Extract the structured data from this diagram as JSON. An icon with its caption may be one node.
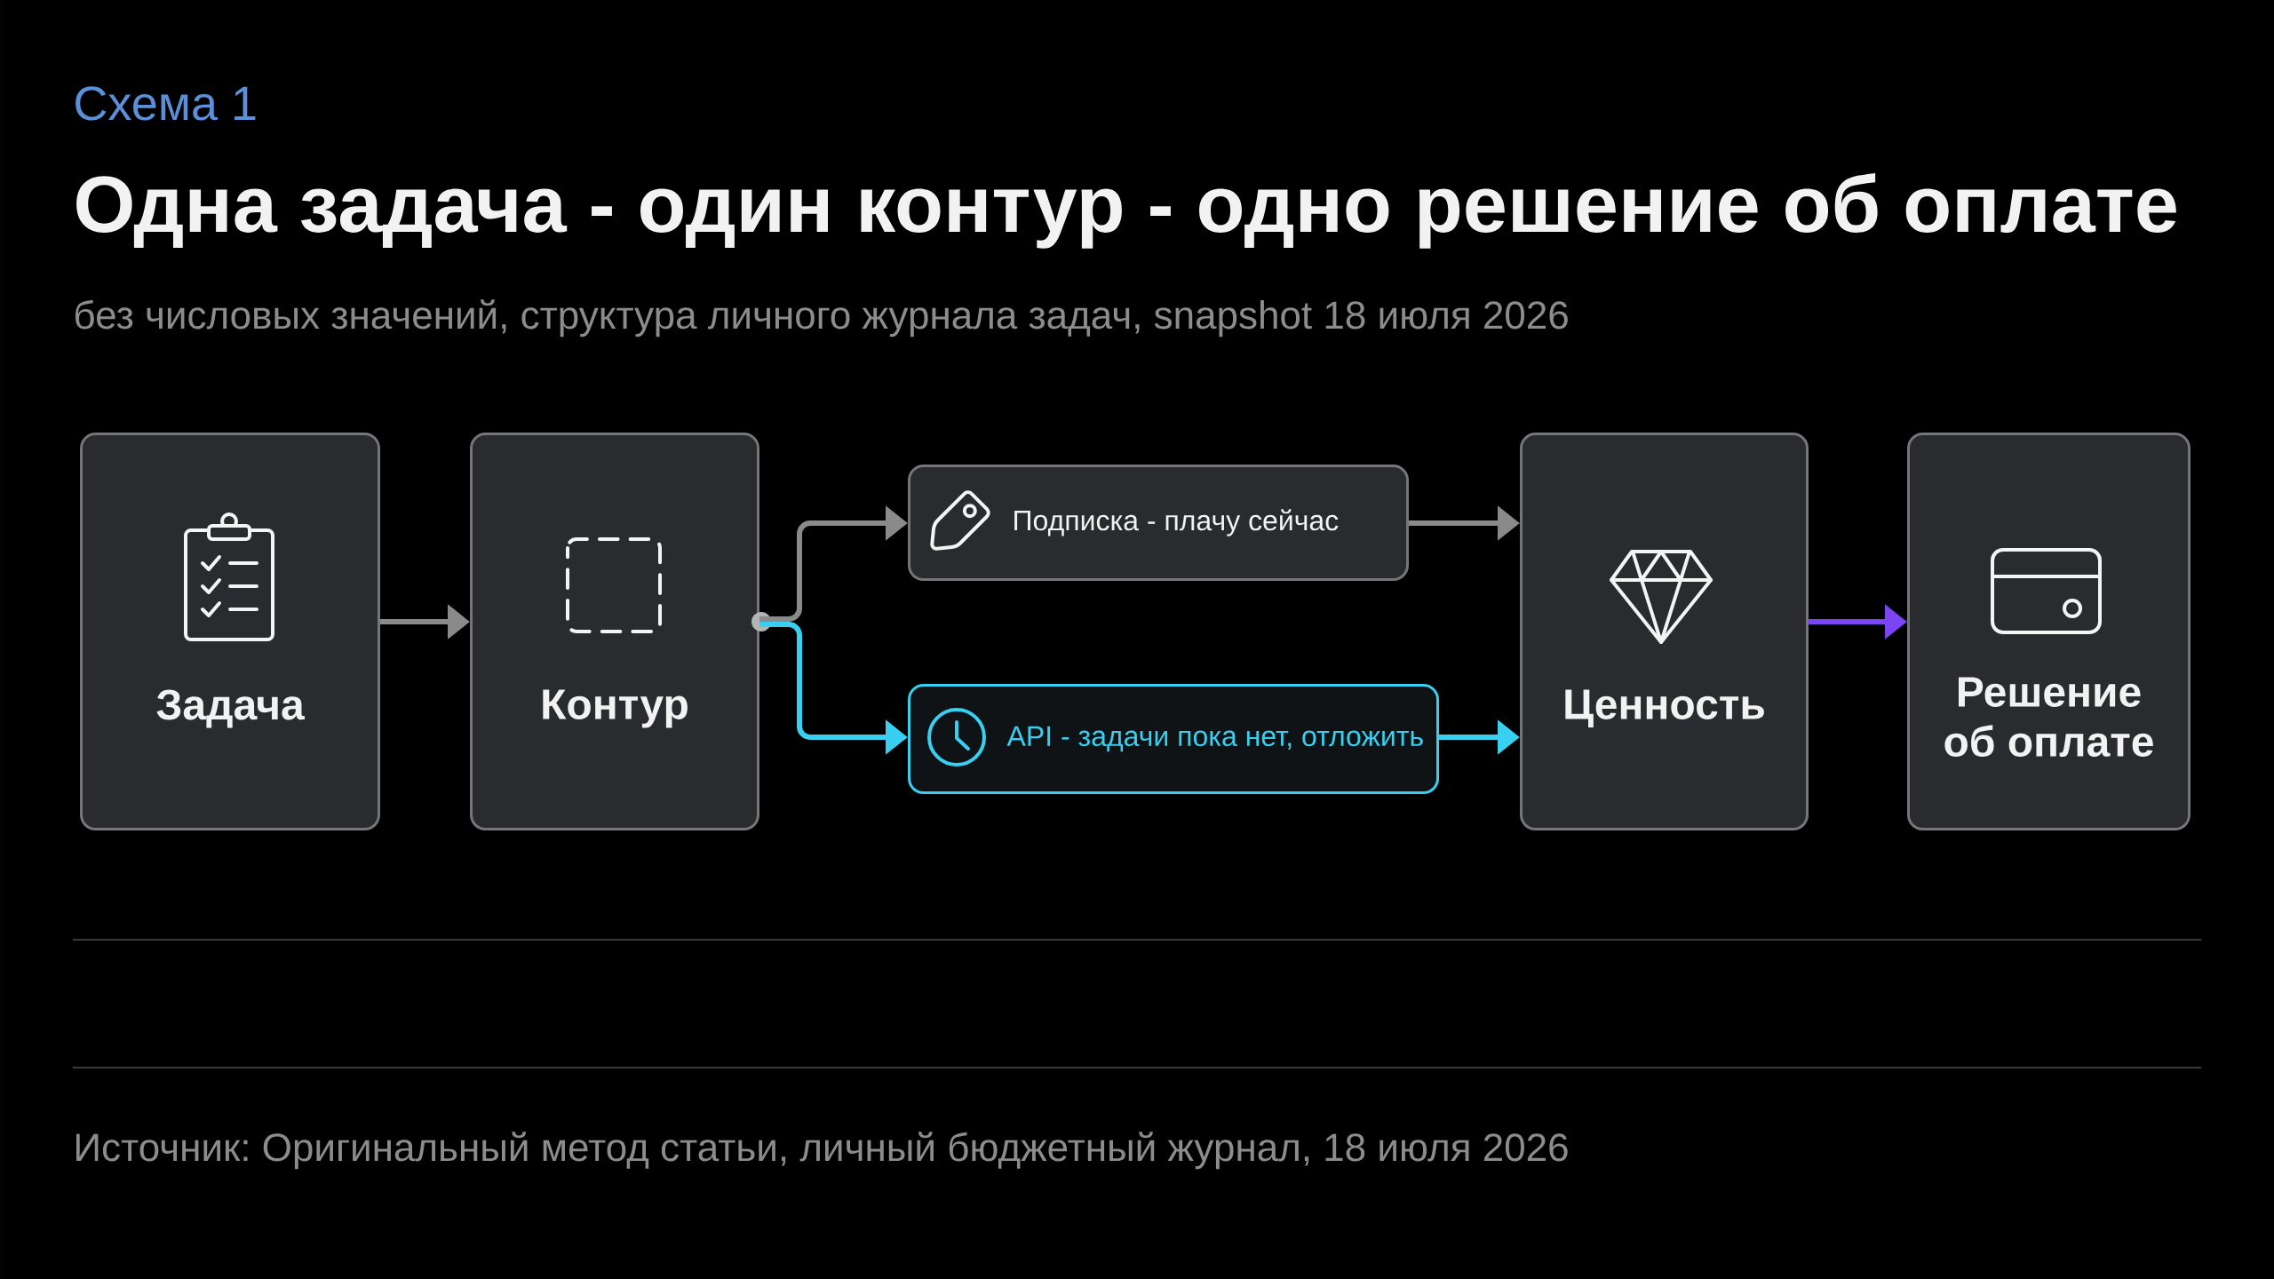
{
  "diagram": {
    "title": "Одна задача - один контур - одно решение об оплате",
    "caption": "Источник: Оригинальный метод статьи, личный бюджетный журнал, 18 июля 2026",
    "nodes": [
      {
        "text": [
          "Задача"
        ]
      },
      {
        "text": [
          "Контур"
        ]
      },
      {
        "text": [
          "Подписка - плачу сейчас"
        ]
      },
      {
        "text": [
          "API - задачи пока нет, отложить"
        ]
      },
      {
        "text": [
          "Ценность"
        ]
      },
      {
        "text": [
          "Решение об оплате"
        ]
      }
    ],
    "edges": [
      {
        "from": 0,
        "to": 1,
        "arrow": "to"
      },
      {
        "from": 1,
        "to": 2,
        "arrow": "to"
      },
      {
        "from": 1,
        "to": 3,
        "arrow": "to",
        "color": "#38cff0"
      },
      {
        "from": 2,
        "to": 4,
        "arrow": "to"
      },
      {
        "from": 3,
        "to": 4,
        "arrow": "to",
        "color": "#38cff0"
      },
      {
        "from": 4,
        "to": 5,
        "arrow": "to",
        "color": "#7b45f4"
      }
    ],
    "labels": [
      "Схема 1",
      "без числовых значений, структура личного журнала задач, snapshot 18 июля 2026"
    ]
  }
}
